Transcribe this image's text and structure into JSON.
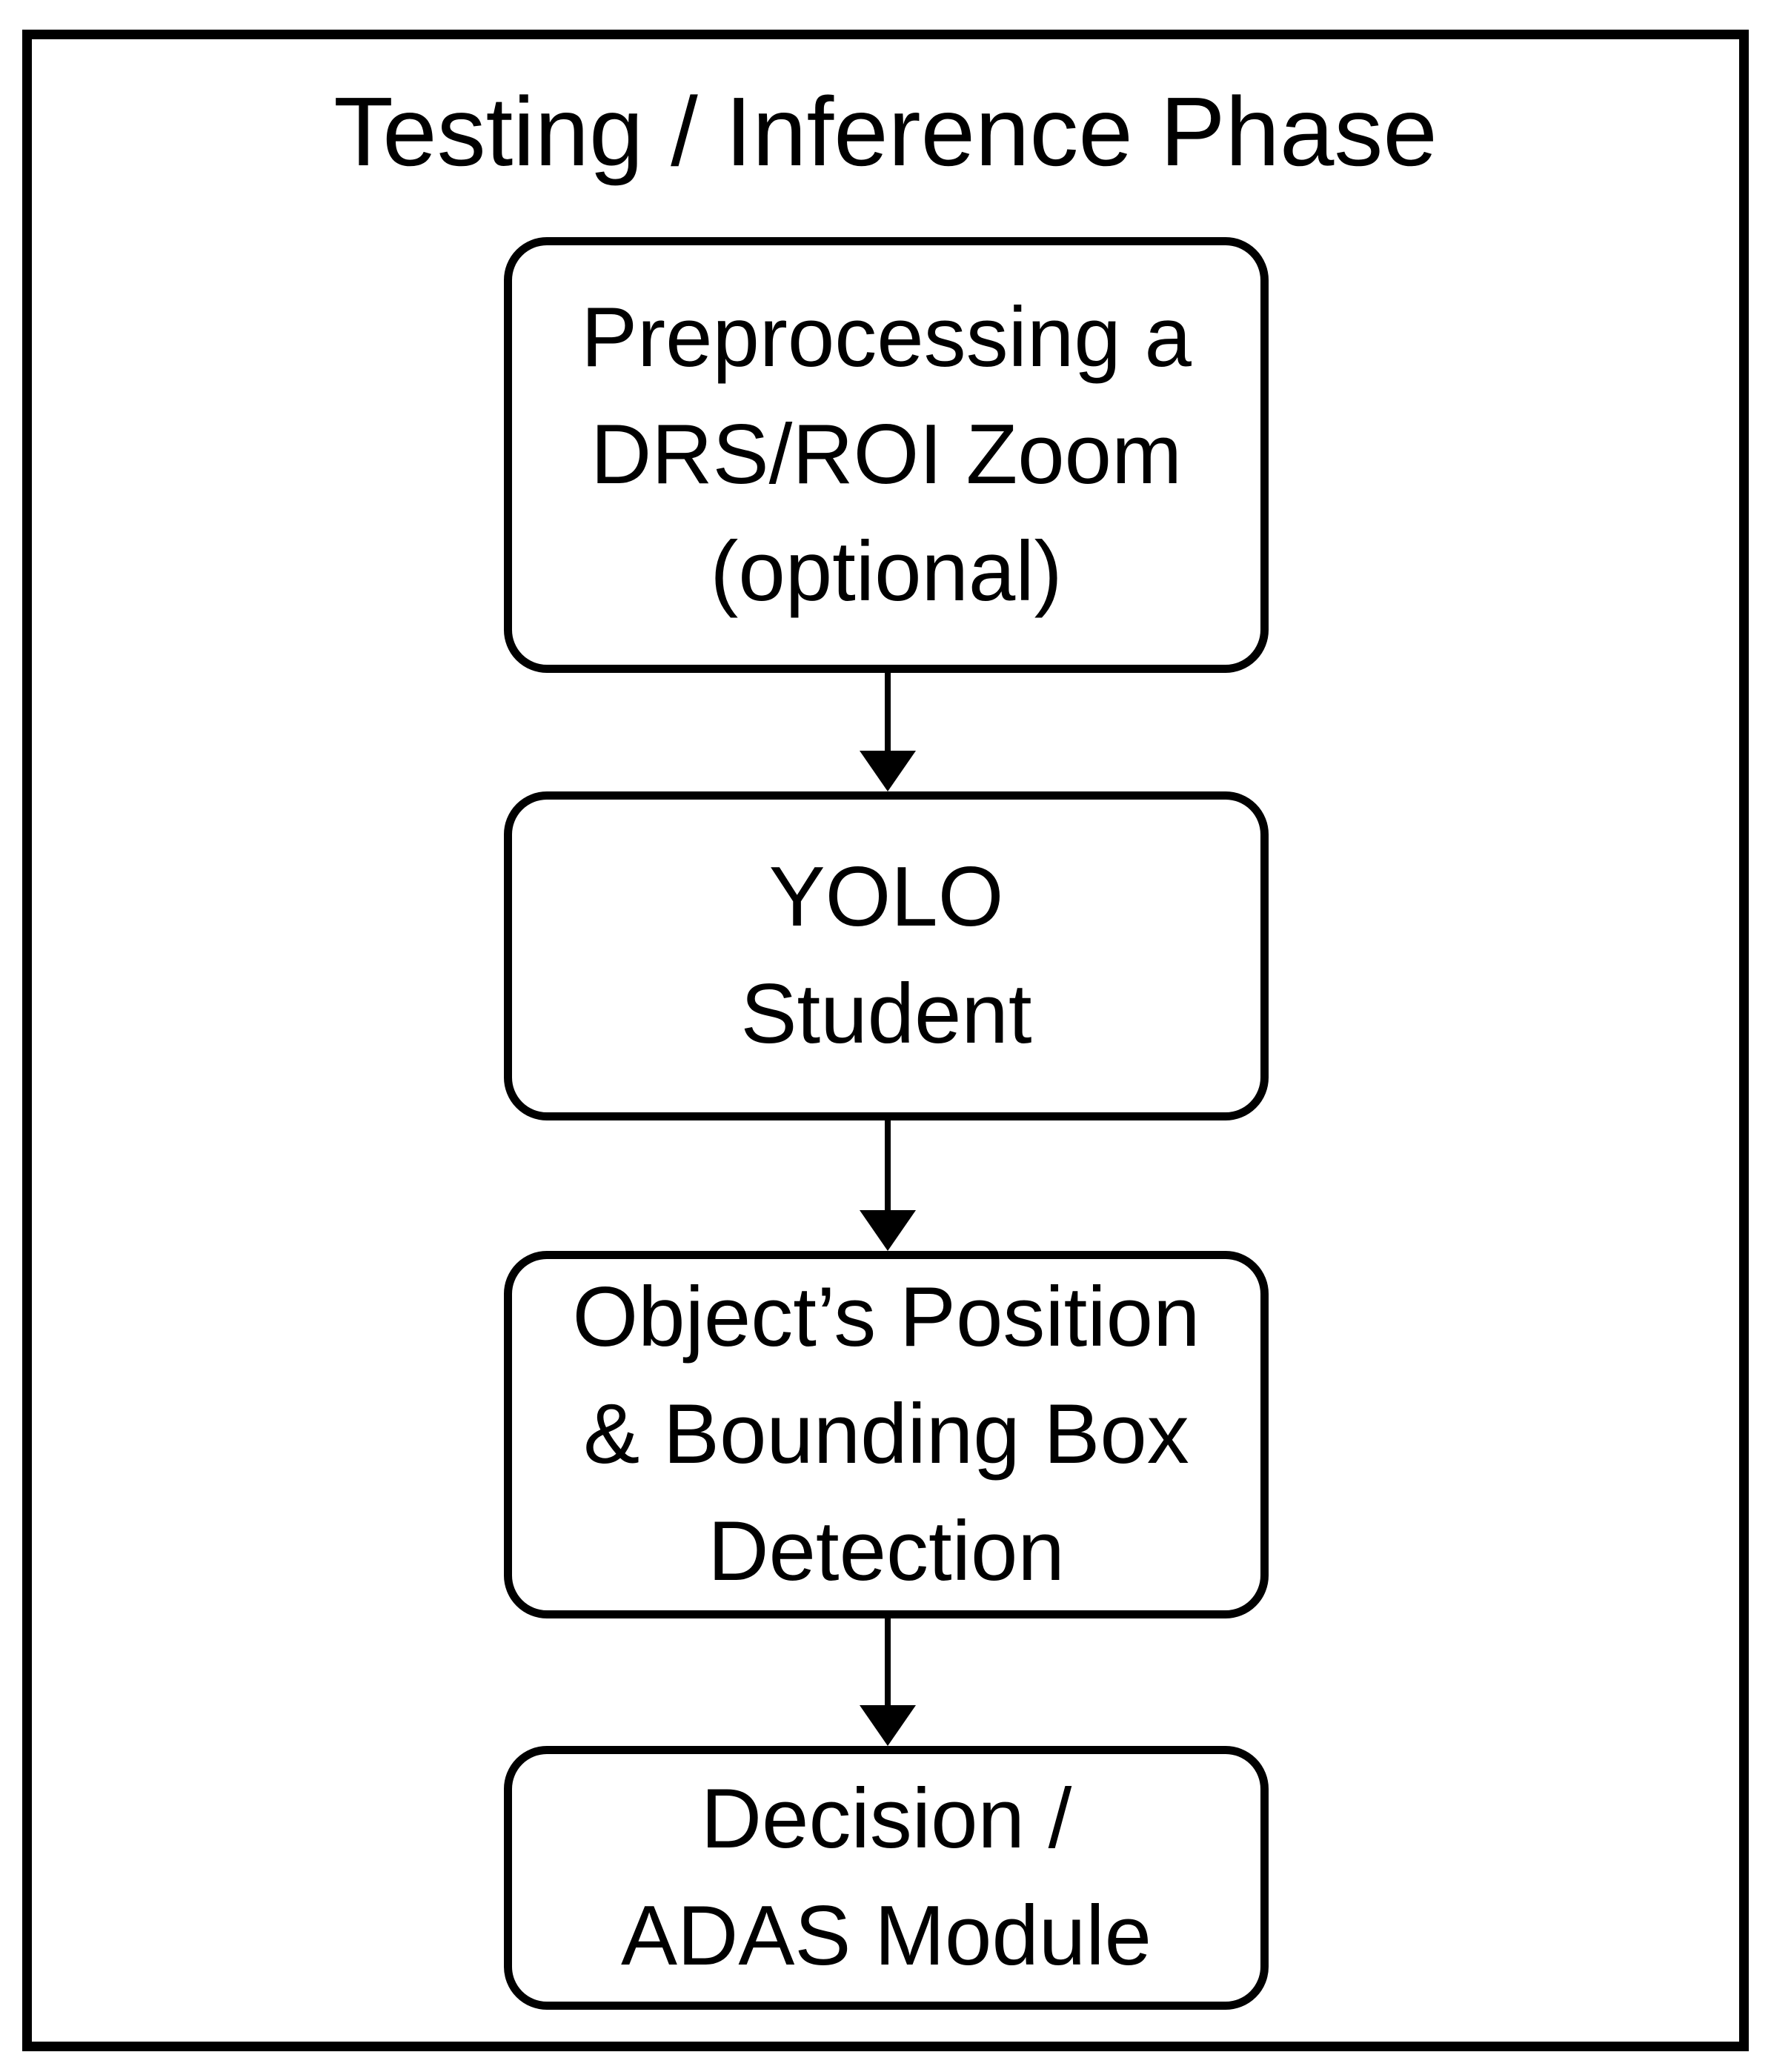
{
  "figure": {
    "title": "Testing / Inference Phase",
    "colors": {
      "stroke": "#000000",
      "background": "#ffffff",
      "text": "#000000"
    },
    "nodes": [
      {
        "label_lines": [
          "Preprocessing a",
          "DRS/ROI Zoom",
          "(optional)"
        ]
      },
      {
        "label_lines": [
          "YOLO",
          "Student"
        ]
      },
      {
        "label_lines": [
          "Object’s Position",
          "& Bounding Box",
          "Detection"
        ]
      },
      {
        "label_lines": [
          "Decision /",
          "ADAS Module"
        ]
      }
    ]
  }
}
